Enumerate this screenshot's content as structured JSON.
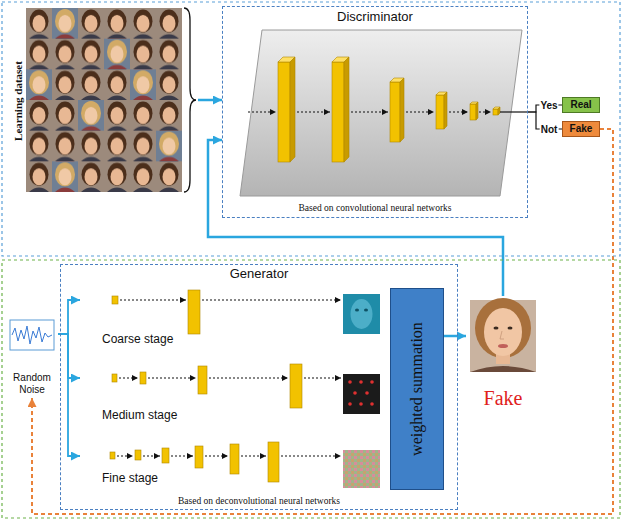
{
  "diagram": {
    "nodes": [
      {
        "text": [
          "Learning dataset"
        ]
      },
      {
        "text": [
          "Discriminator",
          "Based on convolutional neural networks"
        ]
      },
      {
        "text": [
          "Real"
        ]
      },
      {
        "text": [
          "Fake"
        ]
      },
      {
        "text": [
          "Random Noise"
        ]
      },
      {
        "text": [
          "Generator",
          "Based on deconvolutional neural networks"
        ]
      },
      {
        "text": [
          "Coarse stage"
        ],
        "in": 5
      },
      {
        "text": [
          "Medium stage"
        ],
        "in": 5
      },
      {
        "text": [
          "Fine stage"
        ],
        "in": 5
      },
      {
        "text": [
          "weighted summation"
        ],
        "in": 5
      },
      {
        "text": [
          "Fake"
        ]
      }
    ],
    "edges": [
      {
        "from": 0,
        "to": 1,
        "arrow": "to"
      },
      {
        "from": 10,
        "to": 1,
        "arrow": "to"
      },
      {
        "from": 1,
        "to": 2,
        "label": "Yes",
        "arrow": "none"
      },
      {
        "from": 1,
        "to": 3,
        "label": "Not",
        "arrow": "none"
      },
      {
        "from": 4,
        "to": 6,
        "arrow": "to"
      },
      {
        "from": 4,
        "to": 7,
        "arrow": "to"
      },
      {
        "from": 4,
        "to": 8,
        "arrow": "to"
      },
      {
        "from": 9,
        "to": 10,
        "arrow": "to"
      },
      {
        "from": 3,
        "to": 4,
        "arrow": "to"
      }
    ]
  }
}
